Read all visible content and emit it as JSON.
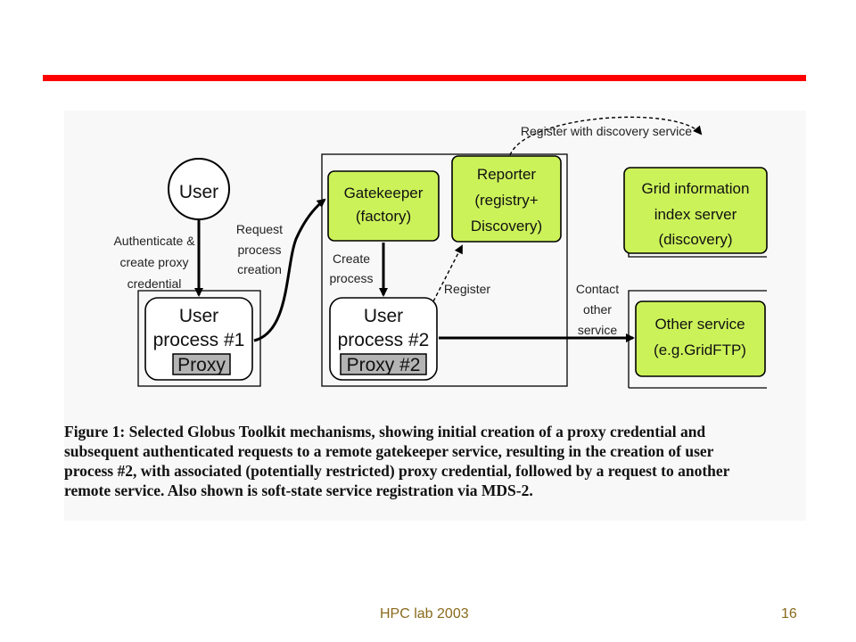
{
  "nodes": {
    "user": "User",
    "user_process_1": [
      "User",
      "process #1"
    ],
    "proxy_1": "Proxy",
    "gatekeeper": [
      "Gatekeeper",
      "(factory)"
    ],
    "reporter": [
      "Reporter",
      "(registry+",
      "Discovery)"
    ],
    "user_process_2": [
      "User",
      "process #2"
    ],
    "proxy_2": "Proxy #2",
    "grid_info": [
      "Grid information",
      "index server",
      "(discovery)"
    ],
    "other_service": [
      "Other service",
      "(e.g.GridFTP)"
    ]
  },
  "edge_labels": {
    "authenticate": [
      "Authenticate &",
      "create proxy",
      "credential"
    ],
    "request": [
      "Request",
      "process",
      "creation"
    ],
    "create": [
      "Create",
      "process"
    ],
    "register": "Register",
    "register_discovery": "Register with discovery service",
    "contact": [
      "Contact",
      "other",
      "service"
    ]
  },
  "caption": [
    "Figure 1: Selected Globus Toolkit mechanisms, showing initial creation of a proxy credential and",
    "subsequent authenticated requests to a remote gatekeeper service, resulting in the creation of user",
    "process #2, with associated (potentially restricted) proxy credential, followed by a request to another",
    "remote service. Also shown is soft-state service registration via MDS-2."
  ],
  "footer": {
    "label": "HPC lab 2003",
    "page": "16"
  },
  "colors": {
    "accent_bar": "#ff0000",
    "node_green": "#ccf25a",
    "footer_text": "#8a6a1c"
  }
}
